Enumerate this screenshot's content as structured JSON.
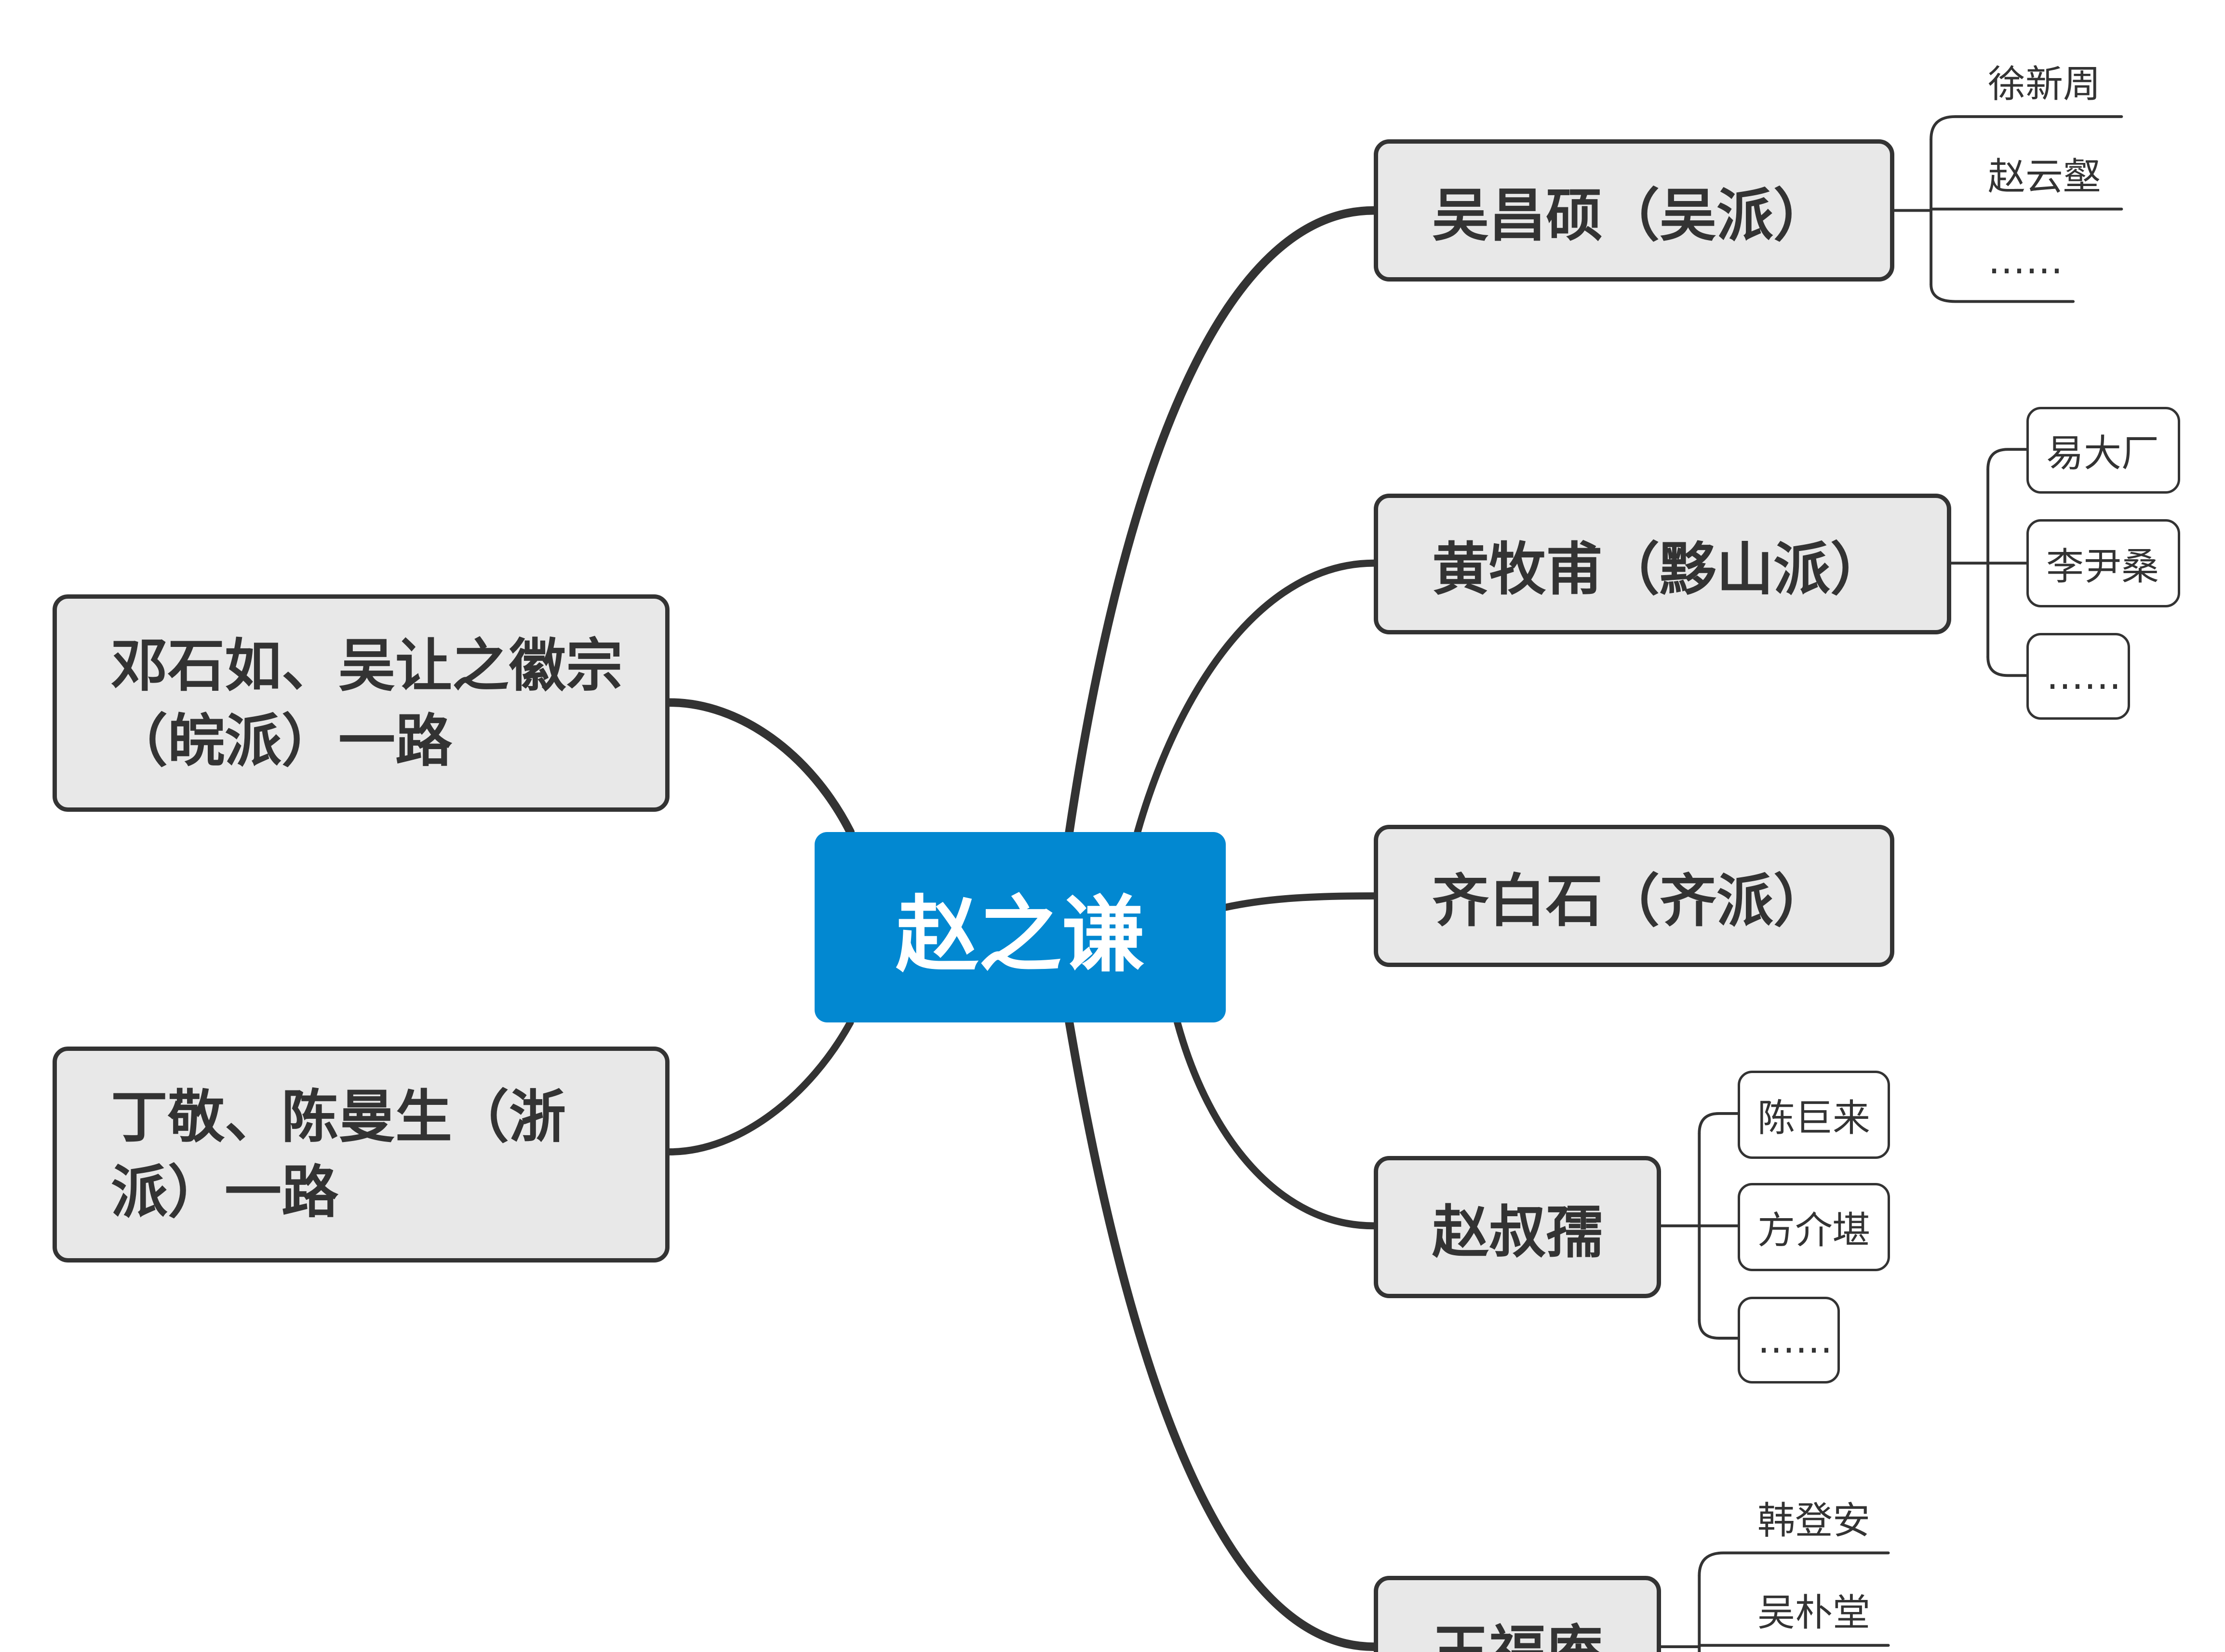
{
  "diagram": {
    "central": "赵之谦",
    "left_branches": [
      "邓石如、吴让之徽宗（皖派）一路",
      "丁敬、陈曼生（浙派）一路"
    ],
    "right_branches": [
      {
        "label": "吴昌硕（吴派）",
        "children": [
          "徐新周",
          "赵云壑",
          "……"
        ]
      },
      {
        "label": "黄牧甫（黟山派）",
        "children": [
          "易大厂",
          "李尹桑",
          "……"
        ]
      },
      {
        "label": "齐白石（齐派）",
        "children": []
      },
      {
        "label": "赵叔孺",
        "children": [
          "陈巨来",
          "方介堪",
          "……"
        ]
      },
      {
        "label": "王福庵",
        "children": [
          "韩登安",
          "吴朴堂"
        ]
      }
    ],
    "colors": {
      "central_fill": "#0288d1",
      "node_fill": "#e8e8e8",
      "line": "#333333"
    }
  }
}
